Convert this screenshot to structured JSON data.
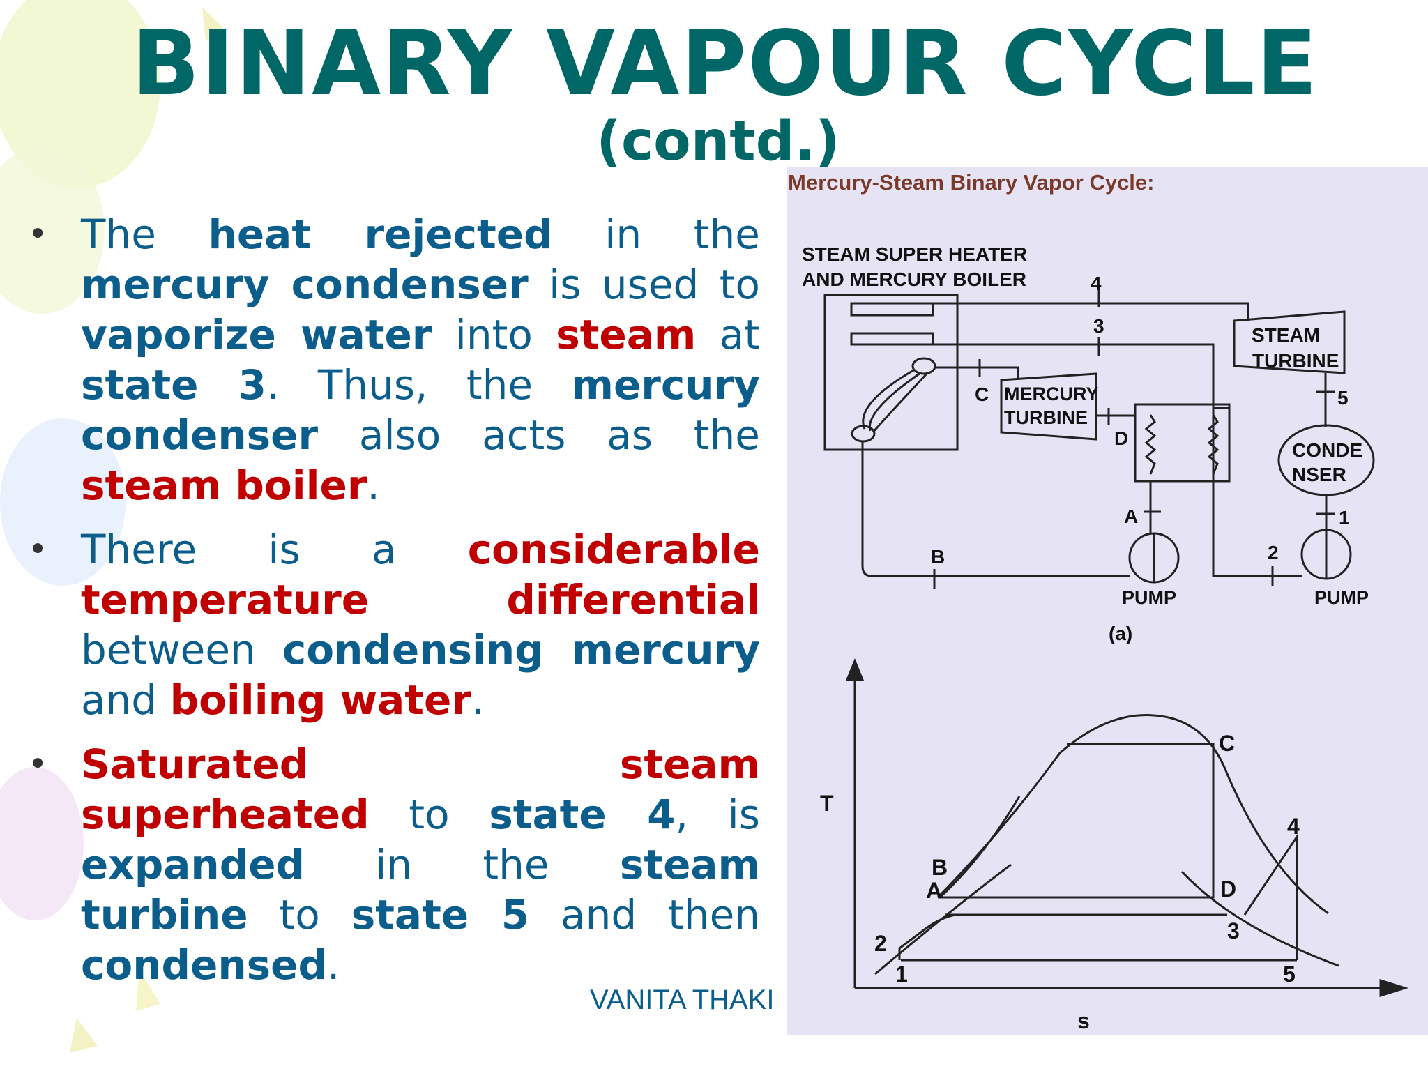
{
  "slide": {
    "title": "BINARY VAPOUR CYCLE",
    "subtitle": "(contd.)",
    "footer": "VANITA THAKI"
  },
  "bullets": [
    {
      "segments": [
        {
          "t": "The ",
          "s": "n"
        },
        {
          "t": "heat rejected",
          "s": "b"
        },
        {
          "t": " in the ",
          "s": "n"
        },
        {
          "t": "mercury condenser",
          "s": "b"
        },
        {
          "t": " is used to ",
          "s": "n"
        },
        {
          "t": "vaporize water",
          "s": "b"
        },
        {
          "t": " into ",
          "s": "n"
        },
        {
          "t": "steam",
          "s": "r"
        },
        {
          "t": " at ",
          "s": "n"
        },
        {
          "t": "state 3",
          "s": "b"
        },
        {
          "t": ". Thus, the ",
          "s": "n"
        },
        {
          "t": "mercury condenser",
          "s": "b"
        },
        {
          "t": " also acts as the ",
          "s": "n"
        },
        {
          "t": "steam boiler",
          "s": "r"
        },
        {
          "t": ".",
          "s": "n"
        }
      ]
    },
    {
      "segments": [
        {
          "t": "There is a ",
          "s": "n"
        },
        {
          "t": "considerable temperature differential",
          "s": "r"
        },
        {
          "t": " between ",
          "s": "n"
        },
        {
          "t": "condensing mercury",
          "s": "b"
        },
        {
          "t": " and ",
          "s": "n"
        },
        {
          "t": "boiling water",
          "s": "r"
        },
        {
          "t": ".",
          "s": "n"
        }
      ]
    },
    {
      "segments": [
        {
          "t": "Saturated steam superheated",
          "s": "r"
        },
        {
          "t": " to ",
          "s": "n"
        },
        {
          "t": "state 4",
          "s": "b"
        },
        {
          "t": ", is ",
          "s": "n"
        },
        {
          "t": "expanded",
          "s": "b"
        },
        {
          "t": " in the ",
          "s": "n"
        },
        {
          "t": "steam turbine",
          "s": "b"
        },
        {
          "t": " to ",
          "s": "n"
        },
        {
          "t": "state 5",
          "s": "b"
        },
        {
          "t": " and then ",
          "s": "n"
        },
        {
          "t": "condensed",
          "s": "b"
        },
        {
          "t": ".",
          "s": "n"
        }
      ]
    }
  ],
  "figure": {
    "title": "Mercury-Steam Binary Vapor Cycle:",
    "schematic": {
      "boiler_label_1": "STEAM SUPER HEATER",
      "boiler_label_2": "AND MERCURY BOILER",
      "steam_turbine_1": "STEAM",
      "steam_turbine_2": "TURBINE",
      "mercury_turbine_1": "MERCURY",
      "mercury_turbine_2": "TURBINE",
      "condenser_1": "CONDE",
      "condenser_2": "NSER",
      "pump_left": "PUMP",
      "pump_right": "PUMP",
      "caption": "(a)",
      "point_4": "4",
      "point_3": "3",
      "point_5": "5",
      "point_1": "1",
      "point_2": "2",
      "point_C": "C",
      "point_D": "D",
      "point_A": "A",
      "point_B": "B"
    },
    "ts_diagram": {
      "y_axis": "T",
      "x_axis": "s",
      "C": "C",
      "D": "D",
      "B": "B",
      "A": "A",
      "p2": "2",
      "p1": "1",
      "p4": "4",
      "p3": "3",
      "p5": "5"
    }
  }
}
